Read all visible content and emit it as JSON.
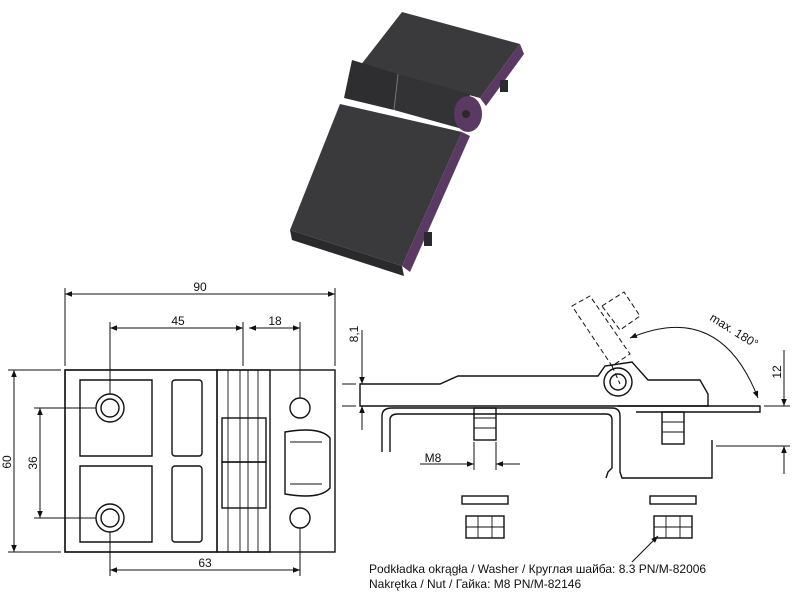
{
  "colors": {
    "hinge_body": "#3a3a3c",
    "hinge_edge": "#5a3a62",
    "line": "#111111"
  },
  "dimensions": {
    "overall_width": "90",
    "hole_to_knuckle": "45",
    "knuckle_offset": "18",
    "overall_height": "60",
    "hole_spacing_vertical": "36",
    "hole_spacing_horizontal": "63",
    "plate_thickness": "8,1",
    "side_height": "12",
    "bolt_size": "M8",
    "rotation": "max. 180°"
  },
  "notes": {
    "washer": "Podkładka okrągła / Washer / Круглая шайба:   8.3 PN/M-82006",
    "nut": "Nakrętka / Nut / Гайка:   M8 PN/M-82146"
  }
}
